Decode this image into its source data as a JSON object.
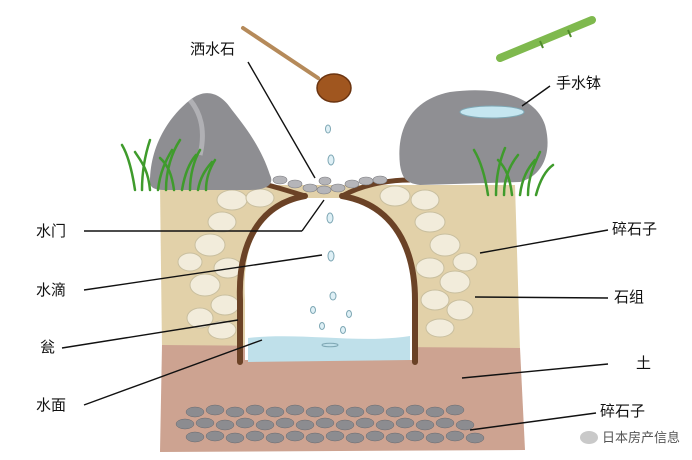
{
  "labels": {
    "sasui_ishi": "洒水石",
    "chozubachi": "手水钵",
    "mizumon": "水门",
    "saiseki_1": "碎石子",
    "suiteki": "水滴",
    "ishigumi": "石组",
    "kame": "瓮",
    "tsuchi": "土",
    "suimen": "水面",
    "saiseki_2": "碎石子"
  },
  "watermark": {
    "text": "日本房产信息",
    "icon": "wechat-icon"
  },
  "colors": {
    "soil": "#c9a08e",
    "gravel_bed": "#e0cfa6",
    "stone": "#f1ebd9",
    "rock": "#8f8f93",
    "grass": "#3f9b2c",
    "pot": "#6b4226",
    "water": "#b9dde9",
    "bamboo": "#7fb94e"
  }
}
